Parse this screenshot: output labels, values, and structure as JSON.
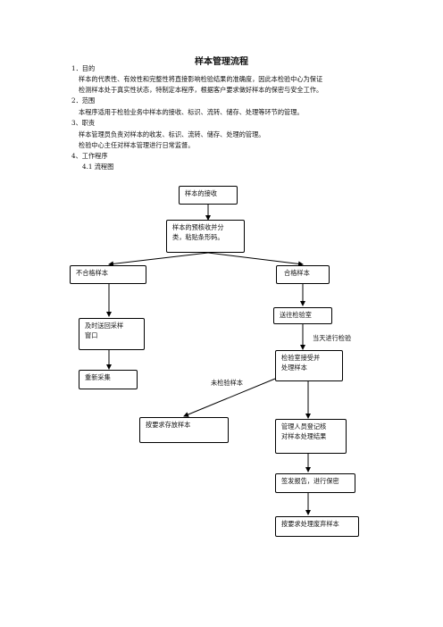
{
  "title": "样本管理流程",
  "sections": {
    "s1_head": "1．目的",
    "s1_l1": "样本的代表性、有效性和完整性将直接影响检验结果的准确度，因此本检验中心为保证",
    "s1_l2": "检测样本处于真实性状态，特制定本程序，根据客户要求做好样本的保密与安全工作。",
    "s2_head": "2．范围",
    "s2_l1": "本程序适用于检验业务中样本的接收、标识、流转、储存、处理等环节的管理。",
    "s3_head": "3、职责",
    "s3_l1": "样本管理员负责对样本的收发、标识、流转、储存、处理的管理。",
    "s3_l2": "检验中心主任对样本管理进行日常监督。",
    "s4_head": "4、工作程序",
    "s41_head": "4.1 流程图"
  },
  "flow": {
    "receive": "样本的接收",
    "precheck_1": "样本的预核收并分",
    "precheck_2": "类，粘贴条形码。",
    "unqualified": "不合格样本",
    "qualified": "合格样本",
    "return_1": "及时送回采样",
    "return_2": "窗口",
    "resample": "重新采集",
    "send_lab": "送往检验室",
    "sameday": "当天进行检验",
    "lab_1": "检验室接受并",
    "lab_2": "处理样本",
    "untested": "未检验样本",
    "store": "按要求存放样本",
    "admin_1": "管理人员登记核",
    "admin_2": "对样本处理结果",
    "report": "签发报告，进行保密",
    "dispose": "按要求处理废弃样本"
  }
}
